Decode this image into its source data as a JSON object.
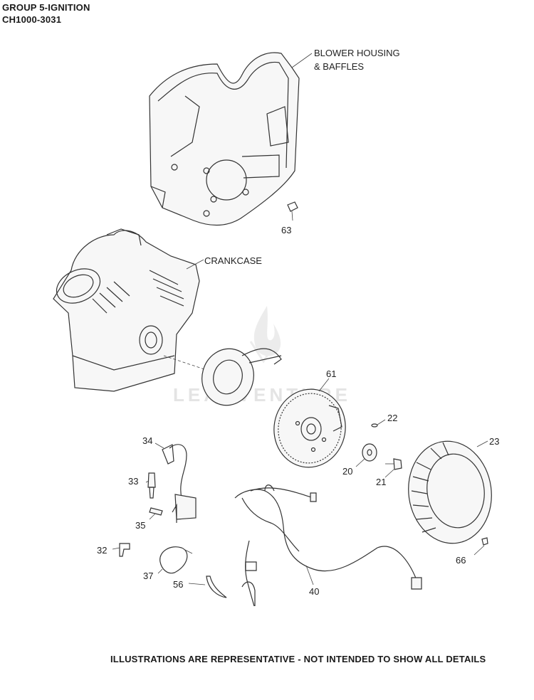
{
  "header": {
    "group": "GROUP 5-IGNITION",
    "model": "CH1000-3031"
  },
  "labels": {
    "blower_line1": "BLOWER HOUSING",
    "blower_line2": "& BAFFLES",
    "crankcase": "CRANKCASE"
  },
  "watermark": "LEADVENTURE",
  "parts": [
    {
      "id": "63",
      "label": "63"
    },
    {
      "id": "61",
      "label": "61"
    },
    {
      "id": "22",
      "label": "22"
    },
    {
      "id": "23",
      "label": "23"
    },
    {
      "id": "20",
      "label": "20"
    },
    {
      "id": "21",
      "label": "21"
    },
    {
      "id": "34",
      "label": "34"
    },
    {
      "id": "33",
      "label": "33"
    },
    {
      "id": "35",
      "label": "35"
    },
    {
      "id": "32",
      "label": "32"
    },
    {
      "id": "37",
      "label": "37"
    },
    {
      "id": "56",
      "label": "56"
    },
    {
      "id": "40",
      "label": "40"
    },
    {
      "id": "66",
      "label": "66"
    }
  ],
  "footer": "ILLUSTRATIONS ARE REPRESENTATIVE - NOT INTENDED TO SHOW ALL DETAILS"
}
